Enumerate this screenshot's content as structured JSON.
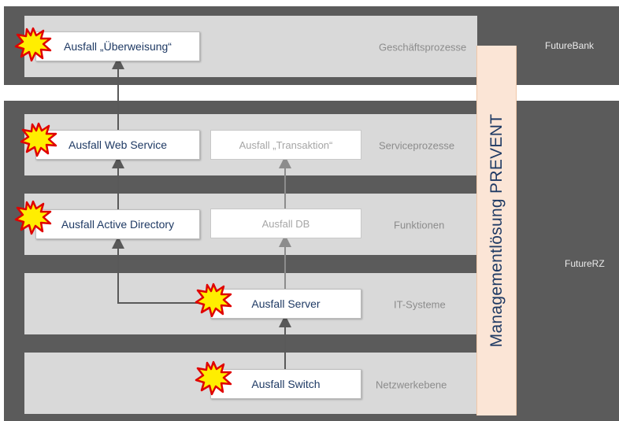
{
  "organizations": {
    "top": "FutureBank",
    "bottom": "FutureRZ"
  },
  "management": {
    "label": "Managementlösung PREVENT"
  },
  "layers": [
    {
      "label": "Geschäftsprozesse"
    },
    {
      "label": "Serviceprozesse"
    },
    {
      "label": "Funktionen"
    },
    {
      "label": "IT-Systeme"
    },
    {
      "label": "Netzwerkebene"
    }
  ],
  "failures": {
    "ueberweisung": "Ausfall „Überweisung“",
    "web_service": "Ausfall Web Service",
    "transaktion": "Ausfall „Transaktion“",
    "active_directory": "Ausfall Active Directory",
    "db": "Ausfall DB",
    "server": "Ausfall Server",
    "switch": "Ausfall Switch"
  },
  "colors": {
    "band": "#5b5b5b",
    "layer": "#d9d9d9",
    "management": "#fbe5d6",
    "text_active": "#1f3a64",
    "text_inactive": "#a6a6a6",
    "burst_fill": "#ffee00",
    "burst_stroke": "#e00000"
  },
  "icons": {
    "failure_marker": "explosion-burst-icon"
  }
}
